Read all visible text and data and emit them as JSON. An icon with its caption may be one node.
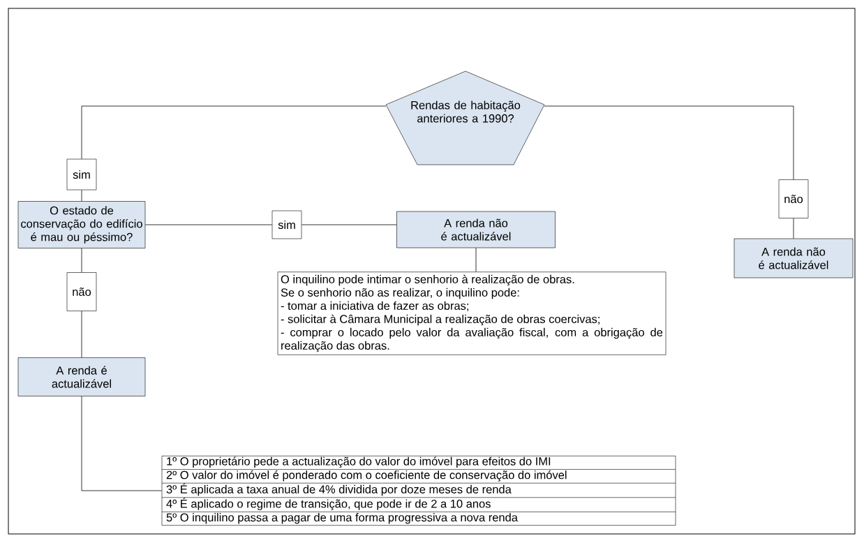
{
  "diagram": {
    "nodes": [
      {
        "text": [
          "Rendas de habitação anteriores a 1990?"
        ]
      },
      {
        "text": [
          "sim"
        ]
      },
      {
        "text": [
          "O estado de conservação do edifício é mau ou péssimo?"
        ]
      },
      {
        "text": [
          "sim"
        ]
      },
      {
        "text": [
          "A renda não é actualizável"
        ]
      },
      {
        "text": [
          "O inquilino pode intimar o senhorio à realização de obras.",
          "Se o senhorio não as realizar, o inquilino pode:",
          "- tomar a iniciativa de fazer as obras;",
          "- solicitar à Câmara Municipal a realização de obras coercivas;",
          "- comprar o locado pelo valor da avaliação fiscal, com a obrigação de realização das obras."
        ]
      },
      {
        "text": [
          "não"
        ]
      },
      {
        "text": [
          "A renda é actualizável"
        ]
      },
      {
        "text": [
          "1º O proprietário pede a actualização do valor do imóvel para efeitos do IMI",
          "2º O valor do imóvel é ponderado com o coeficiente de conservação do imóvel",
          "3º É aplicada a taxa anual de 4% dividida por doze meses de renda",
          "4º É aplicado o regime de transição, que pode ir de 2 a 10 anos",
          "5º O inquilino passa a pagar de uma forma progressiva a nova renda"
        ]
      },
      {
        "text": [
          "não"
        ]
      },
      {
        "text": [
          "A renda não é actualizável"
        ]
      }
    ],
    "edges": [
      {
        "from": 0,
        "to": 1,
        "arrow": "none"
      },
      {
        "from": 1,
        "to": 2,
        "arrow": "none"
      },
      {
        "from": 2,
        "to": 3,
        "arrow": "none"
      },
      {
        "from": 3,
        "to": 4,
        "arrow": "none"
      },
      {
        "from": 4,
        "to": 5,
        "arrow": "none"
      },
      {
        "from": 2,
        "to": 6,
        "arrow": "none"
      },
      {
        "from": 6,
        "to": 7,
        "arrow": "none"
      },
      {
        "from": 7,
        "to": 8,
        "arrow": "none"
      },
      {
        "from": 0,
        "to": 9,
        "arrow": "none"
      },
      {
        "from": 9,
        "to": 10,
        "arrow": "none"
      }
    ]
  }
}
